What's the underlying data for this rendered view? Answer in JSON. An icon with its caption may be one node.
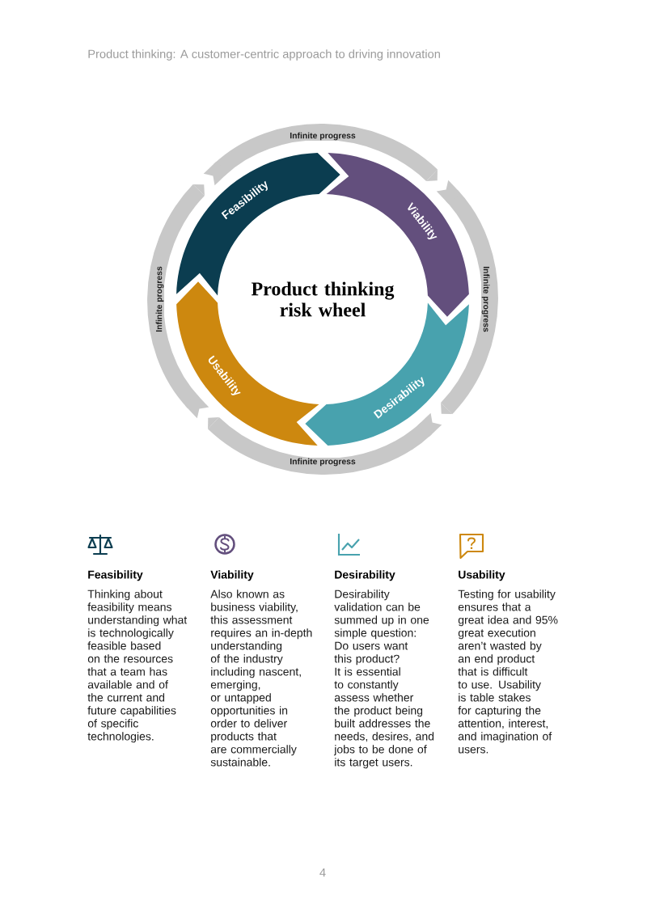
{
  "diagram": {
    "title": "Product thinking risk wheel",
    "nodes": [
      {
        "text": [
          "Feasibility"
        ]
      },
      {
        "text": [
          "Viability"
        ]
      },
      {
        "text": [
          "Desirability"
        ]
      },
      {
        "text": [
          "Usability"
        ]
      }
    ],
    "edges": [
      {
        "from": 0,
        "to": 1,
        "arrow": "to",
        "label": "Infinite progress"
      },
      {
        "from": 1,
        "to": 2,
        "arrow": "to",
        "label": "Infinite progress"
      },
      {
        "from": 2,
        "to": 3,
        "arrow": "to",
        "label": "Infinite progress"
      },
      {
        "from": 3,
        "to": 0,
        "arrow": "to",
        "label": "Infinite progress"
      }
    ],
    "labels": [
      "Product thinking: A customer-centric approach to driving innovation",
      "Feasibility",
      "Thinking about feasibility means understanding what is technologically feasible based on the resources that a team has available and of the current and future capabilities of specific technologies.",
      "Viability",
      "Also known as business viability, this assessment requires an in-depth understanding of the industry including nascent, emerging, or untapped opportunities in order to deliver products that are commercially sustainable.",
      "Desirability",
      "Desirability validation can be summed up in one simple question: Do users want this product? It is essential to constantly assess whether the product being built addresses the needs, desires, and jobs to be done of its target users.",
      "Usability",
      "Testing for usability ensures that a great idea and 95% great execution aren’t wasted by an end product that is difficult to use. Usability is table stakes for capturing the attention, interest, and imagination of users.",
      "4"
    ]
  }
}
